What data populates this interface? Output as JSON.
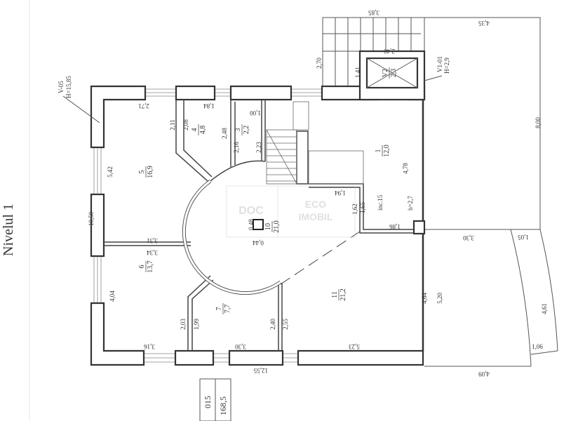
{
  "title": "Nivelul 1",
  "watermark": {
    "logo_text": "DOC",
    "brand": "ECO",
    "brand2": "IMOBIL"
  },
  "summary_table": {
    "code": "015",
    "total_area": "168,5"
  },
  "rooms": [
    {
      "number": "1",
      "area": "12,0"
    },
    {
      "number": "3",
      "area": "2,2"
    },
    {
      "number": "4",
      "area": "4,8"
    },
    {
      "number": "5",
      "area": "16,9"
    },
    {
      "number": "6",
      "area": "13,7"
    },
    {
      "number": "7",
      "area": "7,7"
    },
    {
      "number": "10",
      "area": "21,0"
    },
    {
      "number": "11",
      "area": "21,2"
    },
    {
      "number": "V2",
      "area": "2,3"
    }
  ],
  "annotations": {
    "v05": "V-05",
    "v05_h": "H=15,85",
    "v101": "V1-01",
    "v101_h": "H=2,9",
    "inc": "inc.15",
    "height": "h=2,7"
  },
  "dimensions": [
    "3,85",
    "4,35",
    "2,70",
    "2,40",
    "1,41",
    "8,00",
    "2,71",
    "1,84",
    "1,00",
    "2,11",
    "2,08",
    "2,48",
    "2,16",
    "2,23",
    "5,42",
    "10,50",
    "3,31",
    "3,34",
    "4,04",
    "2,03",
    "1,99",
    "2,40",
    "2,55",
    "3,16",
    "3,30",
    "12,55",
    "5,23",
    "4,64",
    "5,20",
    "4,78",
    "1,94",
    "1,62",
    "1,65",
    "1,86",
    "0,48",
    "0,44",
    "3,30",
    "1,05",
    "4,61",
    "1,06",
    "4,09"
  ]
}
